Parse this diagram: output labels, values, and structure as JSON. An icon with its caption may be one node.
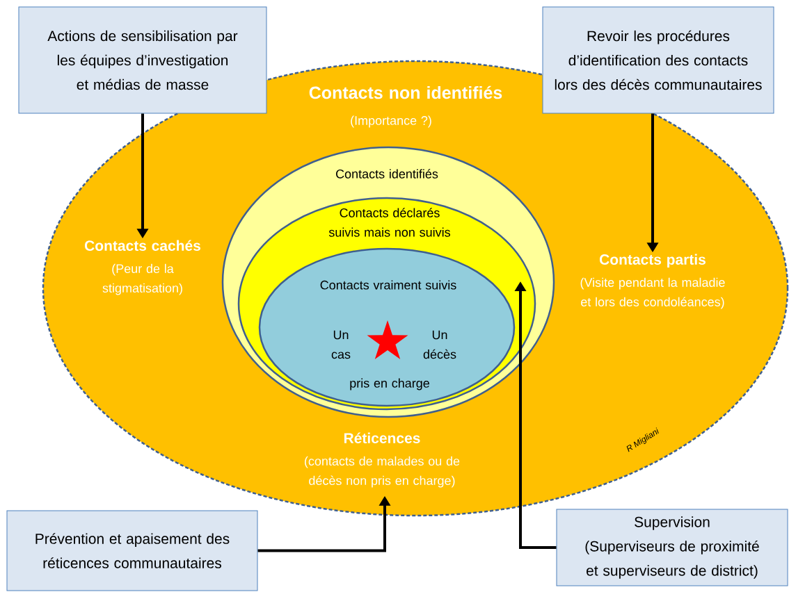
{
  "diagram": {
    "nodes": [
      {
        "text": [
          "Contacts non identifiés",
          "(Importance ?)"
        ]
      },
      {
        "text": [
          "Contacts cachés",
          "(Peur de la stigmatisation)"
        ],
        "in": 0
      },
      {
        "text": [
          "Contacts partis",
          "(Visite pendant la maladie et lors des condoléances)"
        ],
        "in": 0
      },
      {
        "text": [
          "Réticences",
          "(contacts de malades ou de décès non pris en charge)"
        ],
        "in": 0
      },
      {
        "text": [
          "Contacts identifiés"
        ],
        "in": 0
      },
      {
        "text": [
          "Contacts déclarés suivis mais non suivis"
        ],
        "in": 4
      },
      {
        "text": [
          "Contacts vraiment suivis",
          "Un cas",
          "Un décès",
          "pris en charge"
        ],
        "in": 5
      },
      {
        "text": [
          "Actions de sensibilisation par les équipes d’investigation et médias de masse"
        ]
      },
      {
        "text": [
          "Revoir les procédures d’identification des contacts lors des décès communautaires"
        ]
      },
      {
        "text": [
          "Prévention et apaisement des réticences communautaires"
        ]
      },
      {
        "text": [
          "Supervision",
          "(Superviseurs de proximité et superviseurs de district)"
        ]
      }
    ],
    "edges": [
      {
        "from": 7,
        "to": 1,
        "arrow": "to"
      },
      {
        "from": 8,
        "to": 2,
        "arrow": "to"
      },
      {
        "from": 9,
        "to": 3,
        "arrow": "to"
      },
      {
        "from": 10,
        "to": 5,
        "arrow": "to"
      }
    ],
    "labels": [
      "R Migliani"
    ]
  }
}
